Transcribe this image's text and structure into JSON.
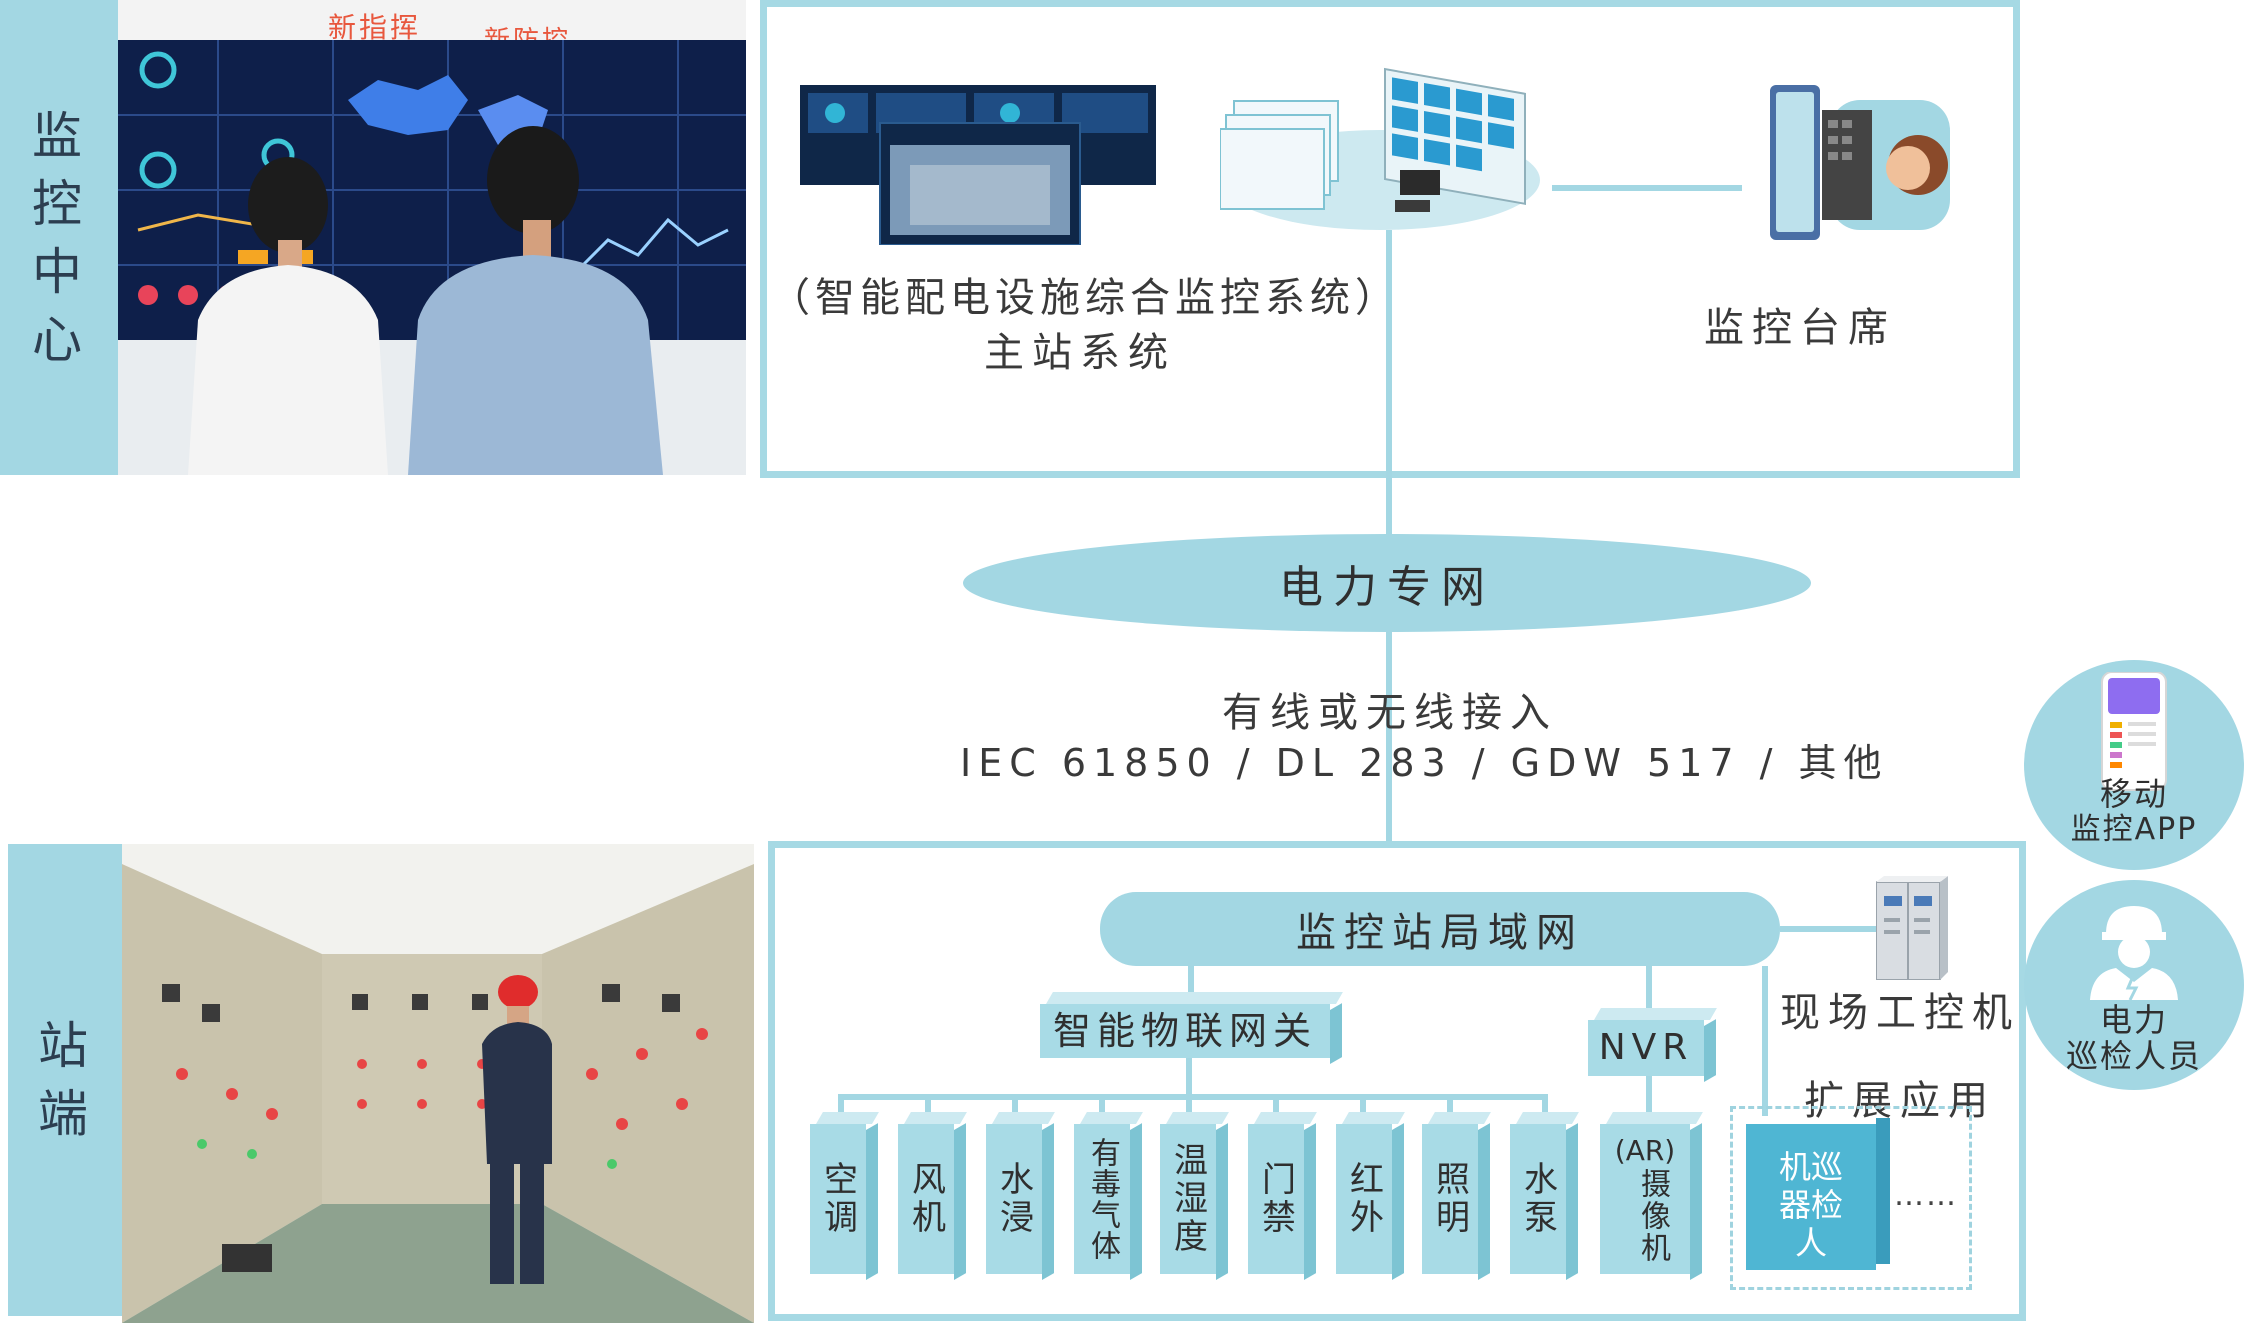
{
  "sections": {
    "center": {
      "label_chars": [
        "监",
        "控",
        "中",
        "心"
      ]
    },
    "station": {
      "label_chars": [
        "站",
        "端"
      ]
    }
  },
  "photos": {
    "control_room_banner": {
      "left": "新指挥",
      "right": "新防控"
    }
  },
  "master_station": {
    "line1": "（智能配电设施综合监控系统）",
    "line2": "主站系统"
  },
  "console": {
    "label": "监控台席"
  },
  "network": {
    "label": "电力专网"
  },
  "access": {
    "line1": "有线或无线接入",
    "line2": "IEC 61850 / DL 283 / GDW 517 / 其他"
  },
  "lan": {
    "label": "监控站局域网"
  },
  "gateway": {
    "label": "智能物联网关"
  },
  "nvr": {
    "label": "NVR"
  },
  "ipc": {
    "label": "现场工控机"
  },
  "extension": {
    "label": "扩展应用"
  },
  "devices": [
    {
      "label": "空调"
    },
    {
      "label": "风机"
    },
    {
      "label": "水浸"
    },
    {
      "label": "有毒气体"
    },
    {
      "label": "温湿度"
    },
    {
      "label": "门禁"
    },
    {
      "label": "红外"
    },
    {
      "label": "照明"
    },
    {
      "label": "水泵"
    }
  ],
  "camera": {
    "line1": "(AR)",
    "line2": "摄像机"
  },
  "robot": {
    "line1": "机巡",
    "line2": "器检",
    "line3": "人"
  },
  "more": {
    "label": "……"
  },
  "mobile_app": {
    "line1": "移动",
    "line2": "监控APP"
  },
  "inspector": {
    "line1": "电力",
    "line2": "巡检人员"
  },
  "colors": {
    "accent": "#a3d7e3",
    "accent_dark": "#7dc4d3",
    "border": "#a6d9e4"
  }
}
